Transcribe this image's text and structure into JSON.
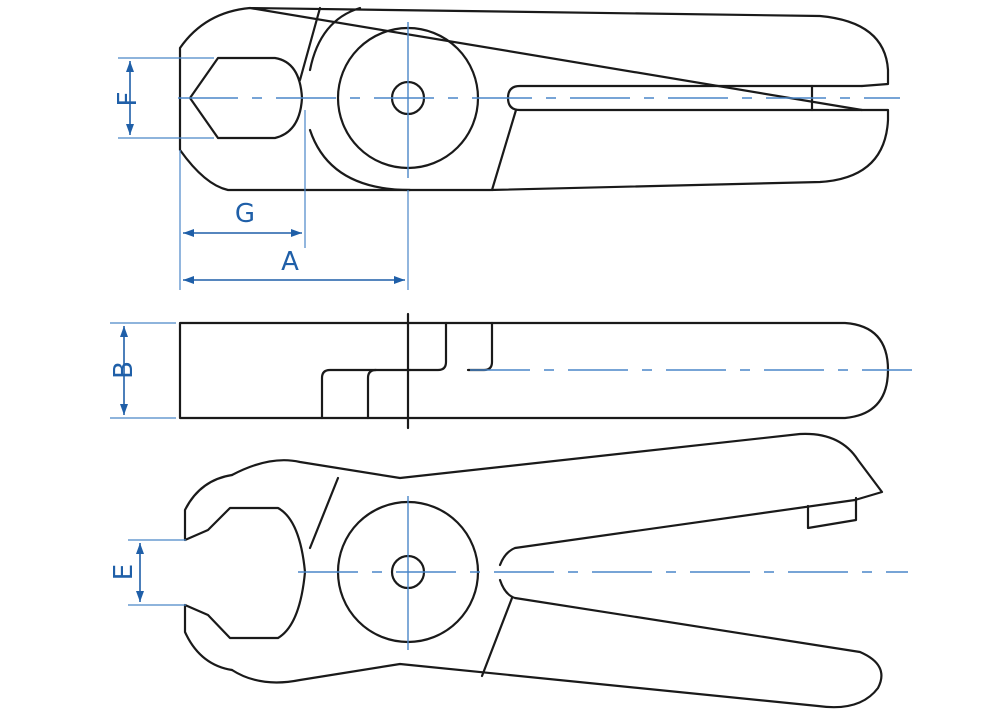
{
  "colors": {
    "outline": "#1a1a1a",
    "dimension": "#1f5fa8",
    "centerline": "#4a86c8",
    "background": "#ffffff"
  },
  "dimensions": {
    "A": "A",
    "B": "B",
    "E": "E",
    "F": "F",
    "G": "G"
  },
  "views": [
    "top-view-closed",
    "side-view",
    "top-view-open"
  ]
}
